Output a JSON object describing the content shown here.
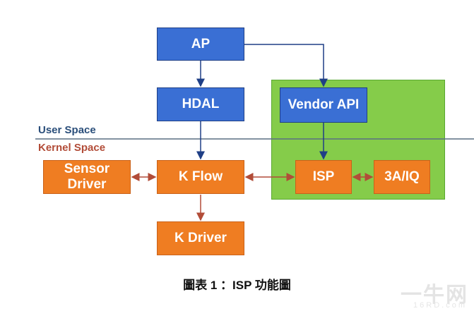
{
  "diagram": {
    "nodes": {
      "ap": "AP",
      "hdal": "HDAL",
      "vendor_api": "Vendor API",
      "sensor_driver_line1": "Sensor",
      "sensor_driver_line2": "Driver",
      "k_flow": "K Flow",
      "isp": "ISP",
      "three_a_iq": "3A/IQ",
      "k_driver": "K Driver"
    },
    "labels": {
      "user_space": "User Space",
      "kernel_space": "Kernel Space"
    },
    "colors": {
      "user_box": "#3a6fd4",
      "kernel_box": "#ef7d22",
      "vendor_region": "#85cc4a",
      "blue_arrow": "#1f3f86",
      "red_arrow": "#b24c38",
      "divider": "#5a6f82"
    }
  },
  "caption": "圖表 1 ：ISP 功能圖",
  "watermark": {
    "main": "一牛网",
    "sub": "16RD.com"
  }
}
